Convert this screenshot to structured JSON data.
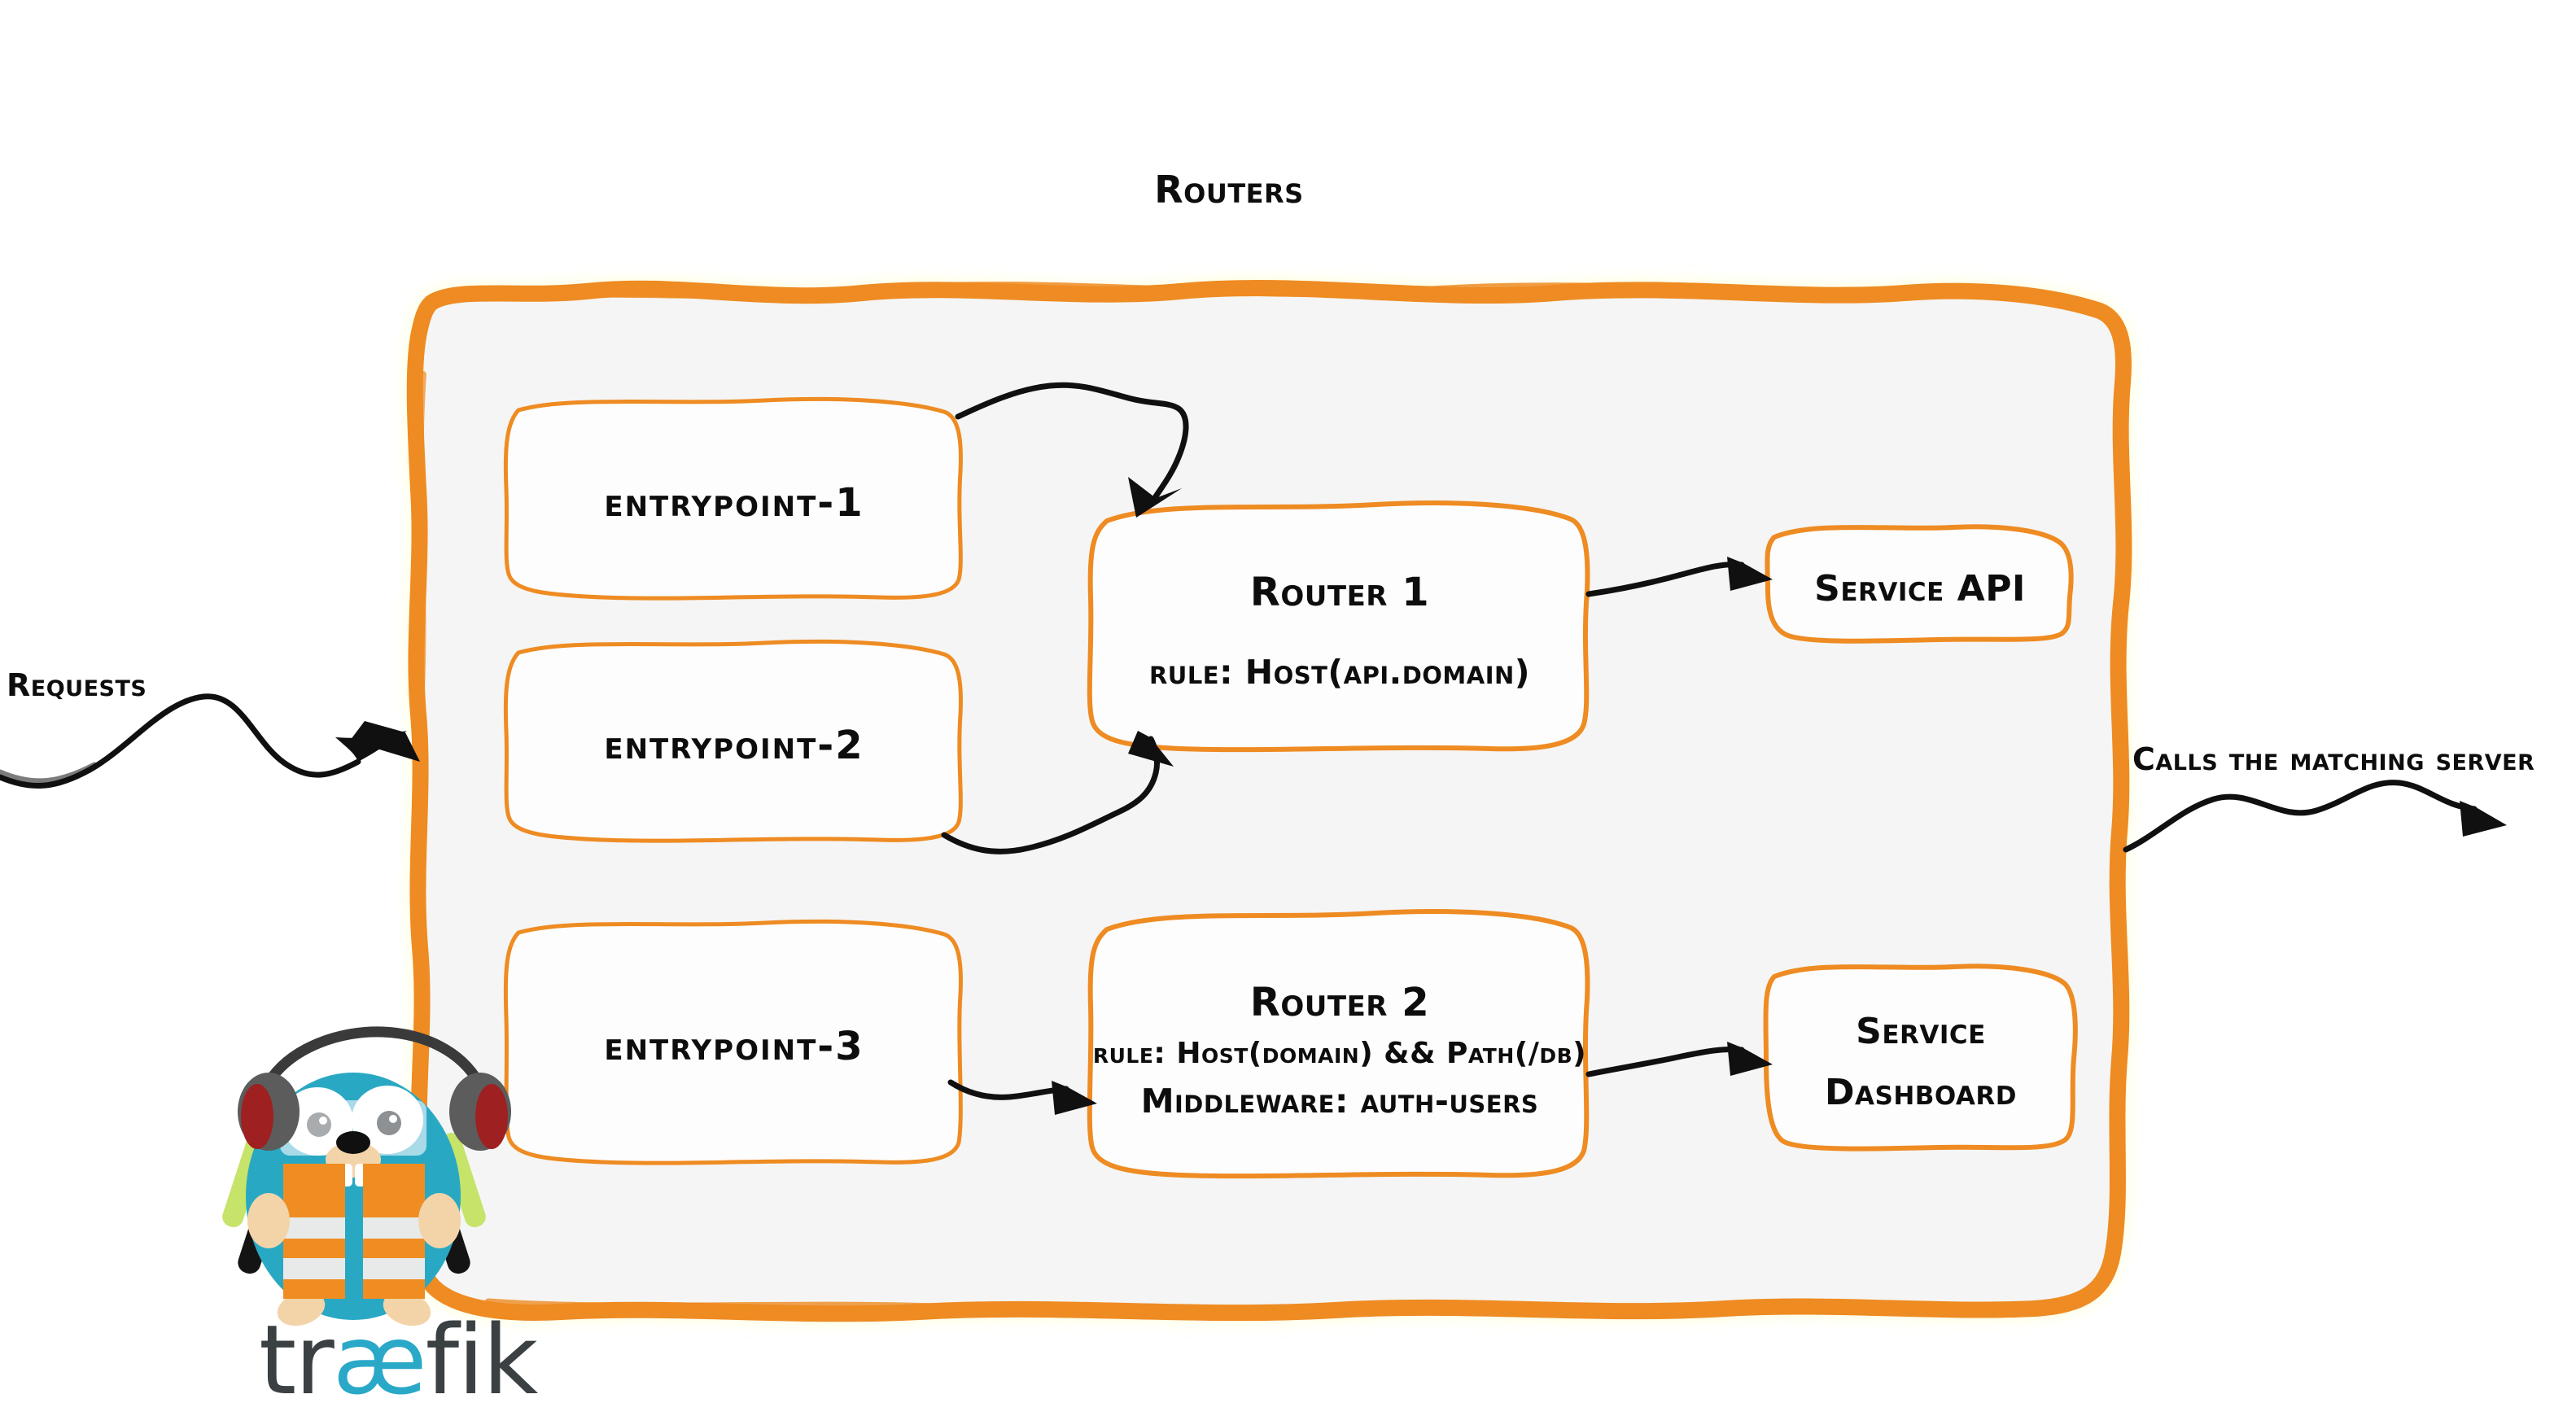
{
  "diagram": {
    "title": "Routers",
    "brand_name": "traefik",
    "colors": {
      "accent_orange": "#ee8b22",
      "panel_fill": "#f5f5f5",
      "box_fill": "#fdfdfd",
      "ink": "#111111",
      "gopher_body": "#29a8c4",
      "gopher_vest": "#ef8d22",
      "wordmark_dark": "#3b4043",
      "wordmark_cyan": "#2aa8c8"
    },
    "left_label": "Requests",
    "right_label": "Calls the matching server",
    "entrypoints": [
      {
        "label": "entrypoint-1"
      },
      {
        "label": "entrypoint-2"
      },
      {
        "label": "entrypoint-3"
      }
    ],
    "routers": [
      {
        "title": "Router 1",
        "lines": [
          "rule: Host(api.domain)"
        ]
      },
      {
        "title": "Router 2",
        "lines": [
          "rule: Host(domain) && Path(/db)",
          "Middleware: auth-users"
        ]
      }
    ],
    "services": [
      {
        "lines": [
          "Service API"
        ]
      },
      {
        "lines": [
          "Service",
          "Dashboard"
        ]
      }
    ]
  }
}
